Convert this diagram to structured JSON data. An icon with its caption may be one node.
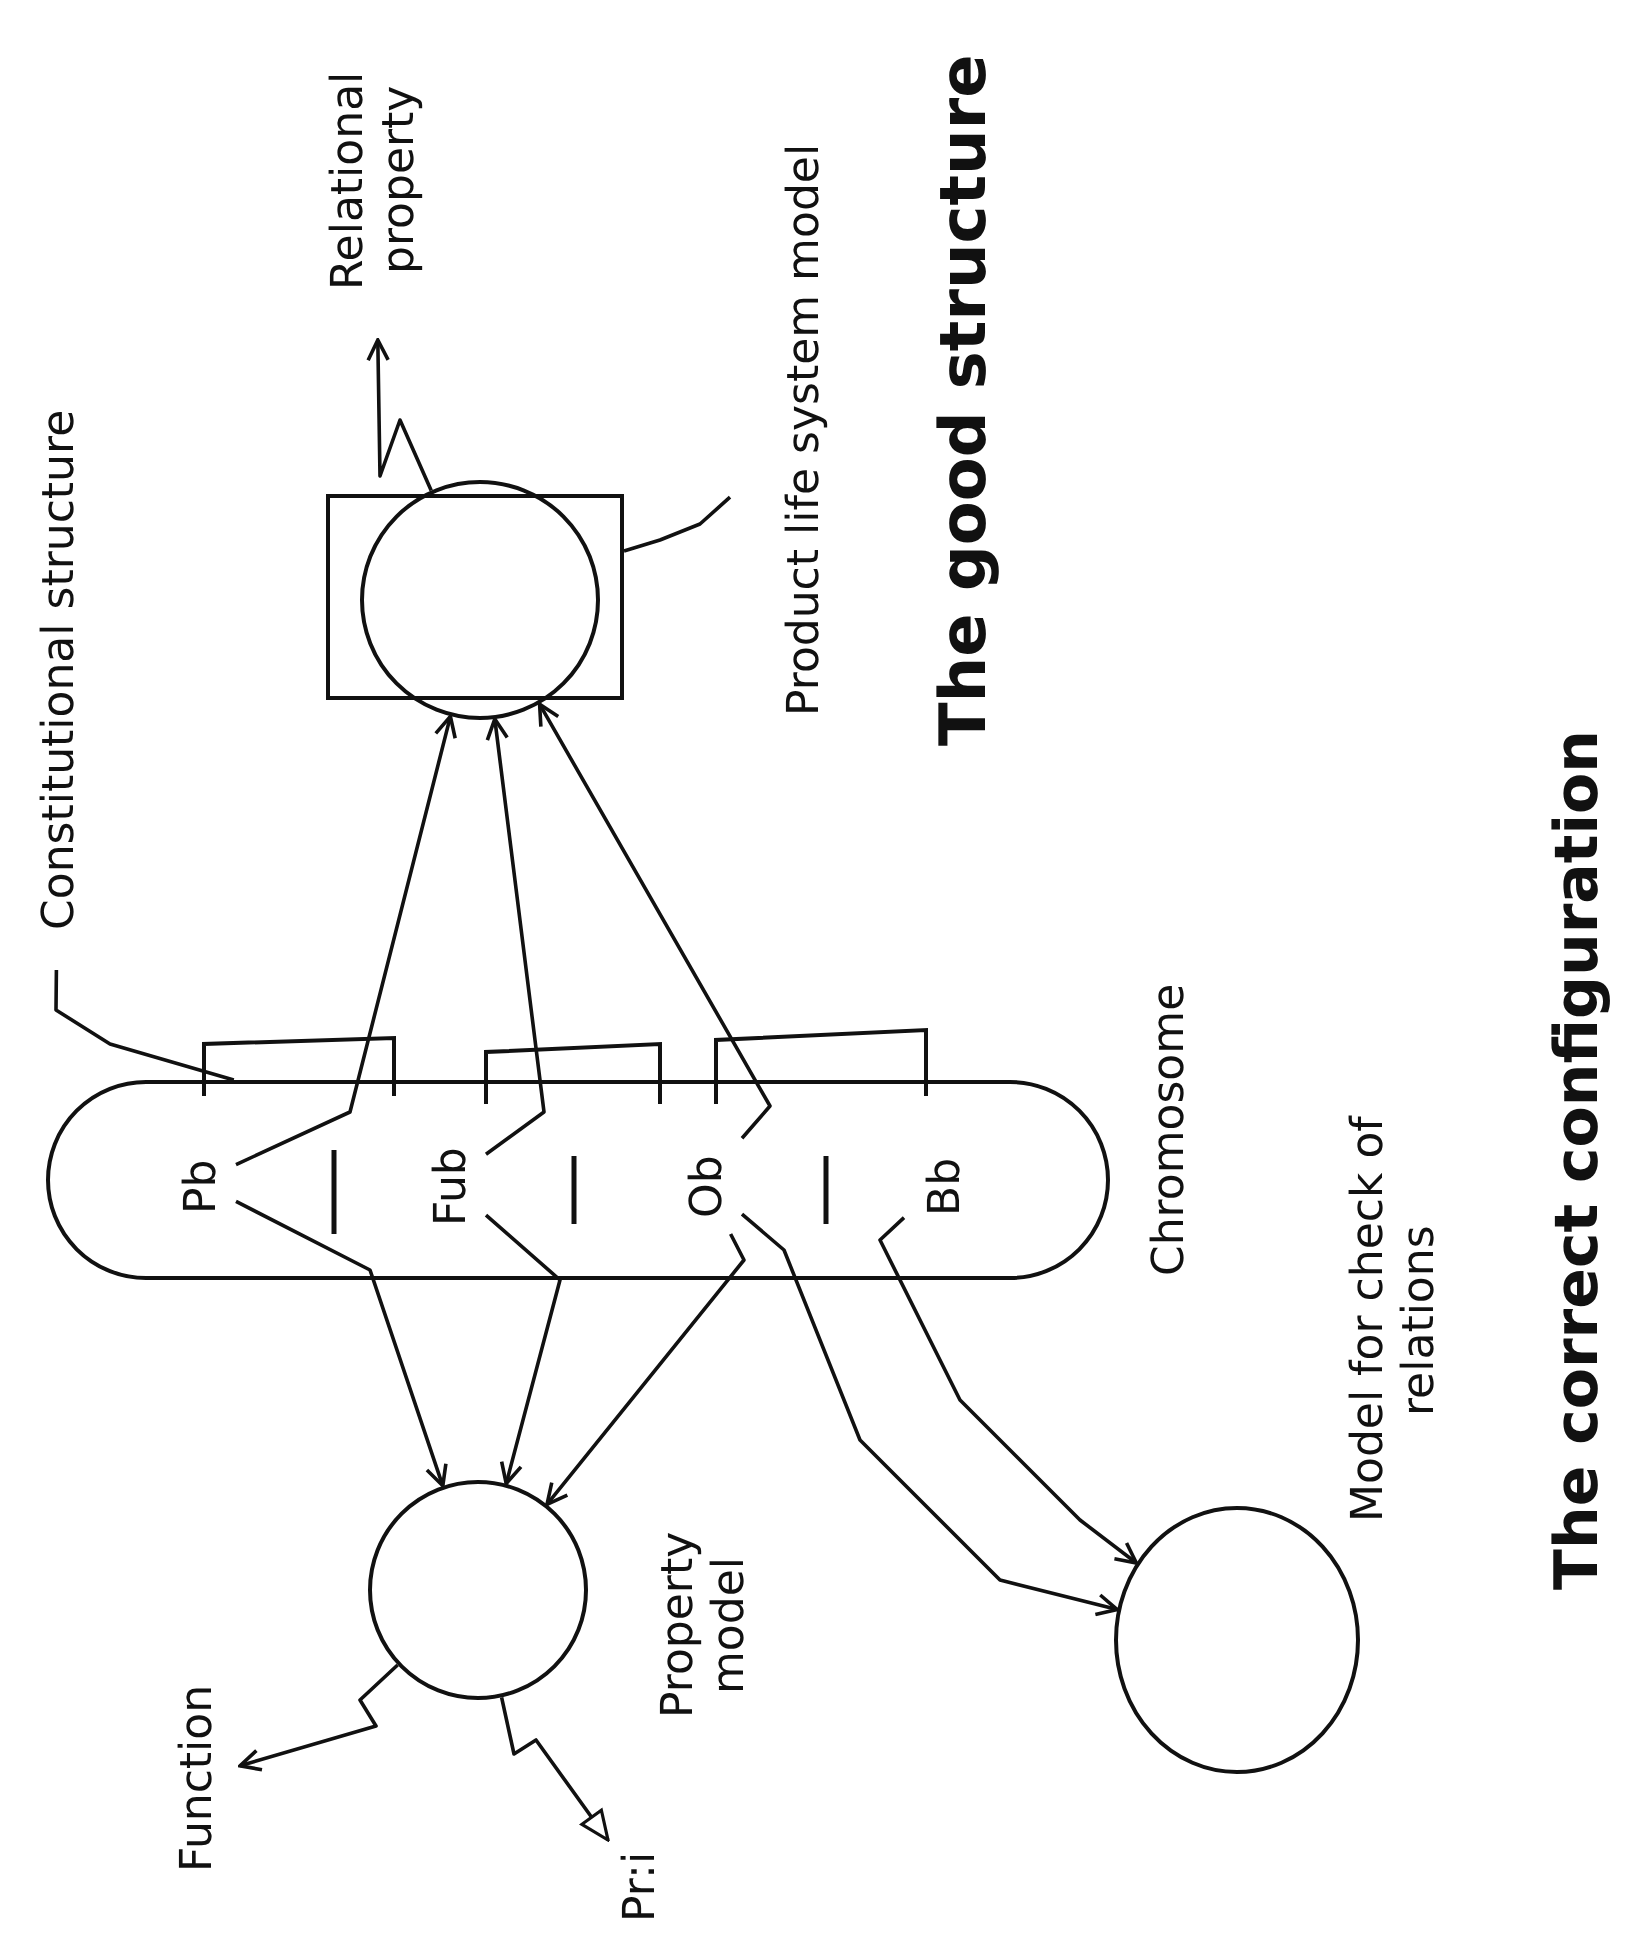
{
  "diagram": {
    "nodes": [
      {
        "text": [],
        "shape": "box",
        "beside": [
          "Chromosome"
        ]
      },
      {
        "text": [
          "Pb"
        ],
        "in": 0
      },
      {
        "text": [
          "Fub"
        ],
        "in": 0
      },
      {
        "text": [
          "Ob"
        ],
        "in": 0
      },
      {
        "text": [
          "Bb"
        ],
        "in": 0
      },
      {
        "text": [
          "Constitutional structure"
        ]
      },
      {
        "text": [
          "Relational property"
        ]
      },
      {
        "text": [],
        "shape": "box"
      },
      {
        "text": [],
        "shape": "circle"
      },
      {
        "text": [
          "Product life system model"
        ]
      },
      {
        "text": [],
        "shape": "circle",
        "beside": [
          "Property model"
        ]
      },
      {
        "text": [
          "Function"
        ]
      },
      {
        "text": [
          "Pr:i"
        ]
      },
      {
        "text": [],
        "shape": "circle",
        "beside": [
          "Model for check of relations"
        ]
      }
    ],
    "edges": [
      {
        "from": 5,
        "to": 0,
        "arrow": "none"
      },
      {
        "from": 1,
        "to": 8,
        "arrow": "to"
      },
      {
        "from": 2,
        "to": 8,
        "arrow": "to"
      },
      {
        "from": 3,
        "to": 8,
        "arrow": "to"
      },
      {
        "from": 1,
        "to": 10,
        "arrow": "to"
      },
      {
        "from": 2,
        "to": 10,
        "arrow": "to"
      },
      {
        "from": 3,
        "to": 10,
        "arrow": "to"
      },
      {
        "from": 3,
        "to": 13,
        "arrow": "to"
      },
      {
        "from": 4,
        "to": 13,
        "arrow": "to"
      },
      {
        "from": 8,
        "to": 6,
        "arrow": "to"
      },
      {
        "from": 9,
        "to": 7,
        "arrow": "none"
      },
      {
        "from": 10,
        "to": 11,
        "arrow": "to"
      },
      {
        "from": 10,
        "to": 12,
        "arrow": "to"
      }
    ],
    "labels": [
      "The good structure",
      "The correct configuration"
    ]
  }
}
